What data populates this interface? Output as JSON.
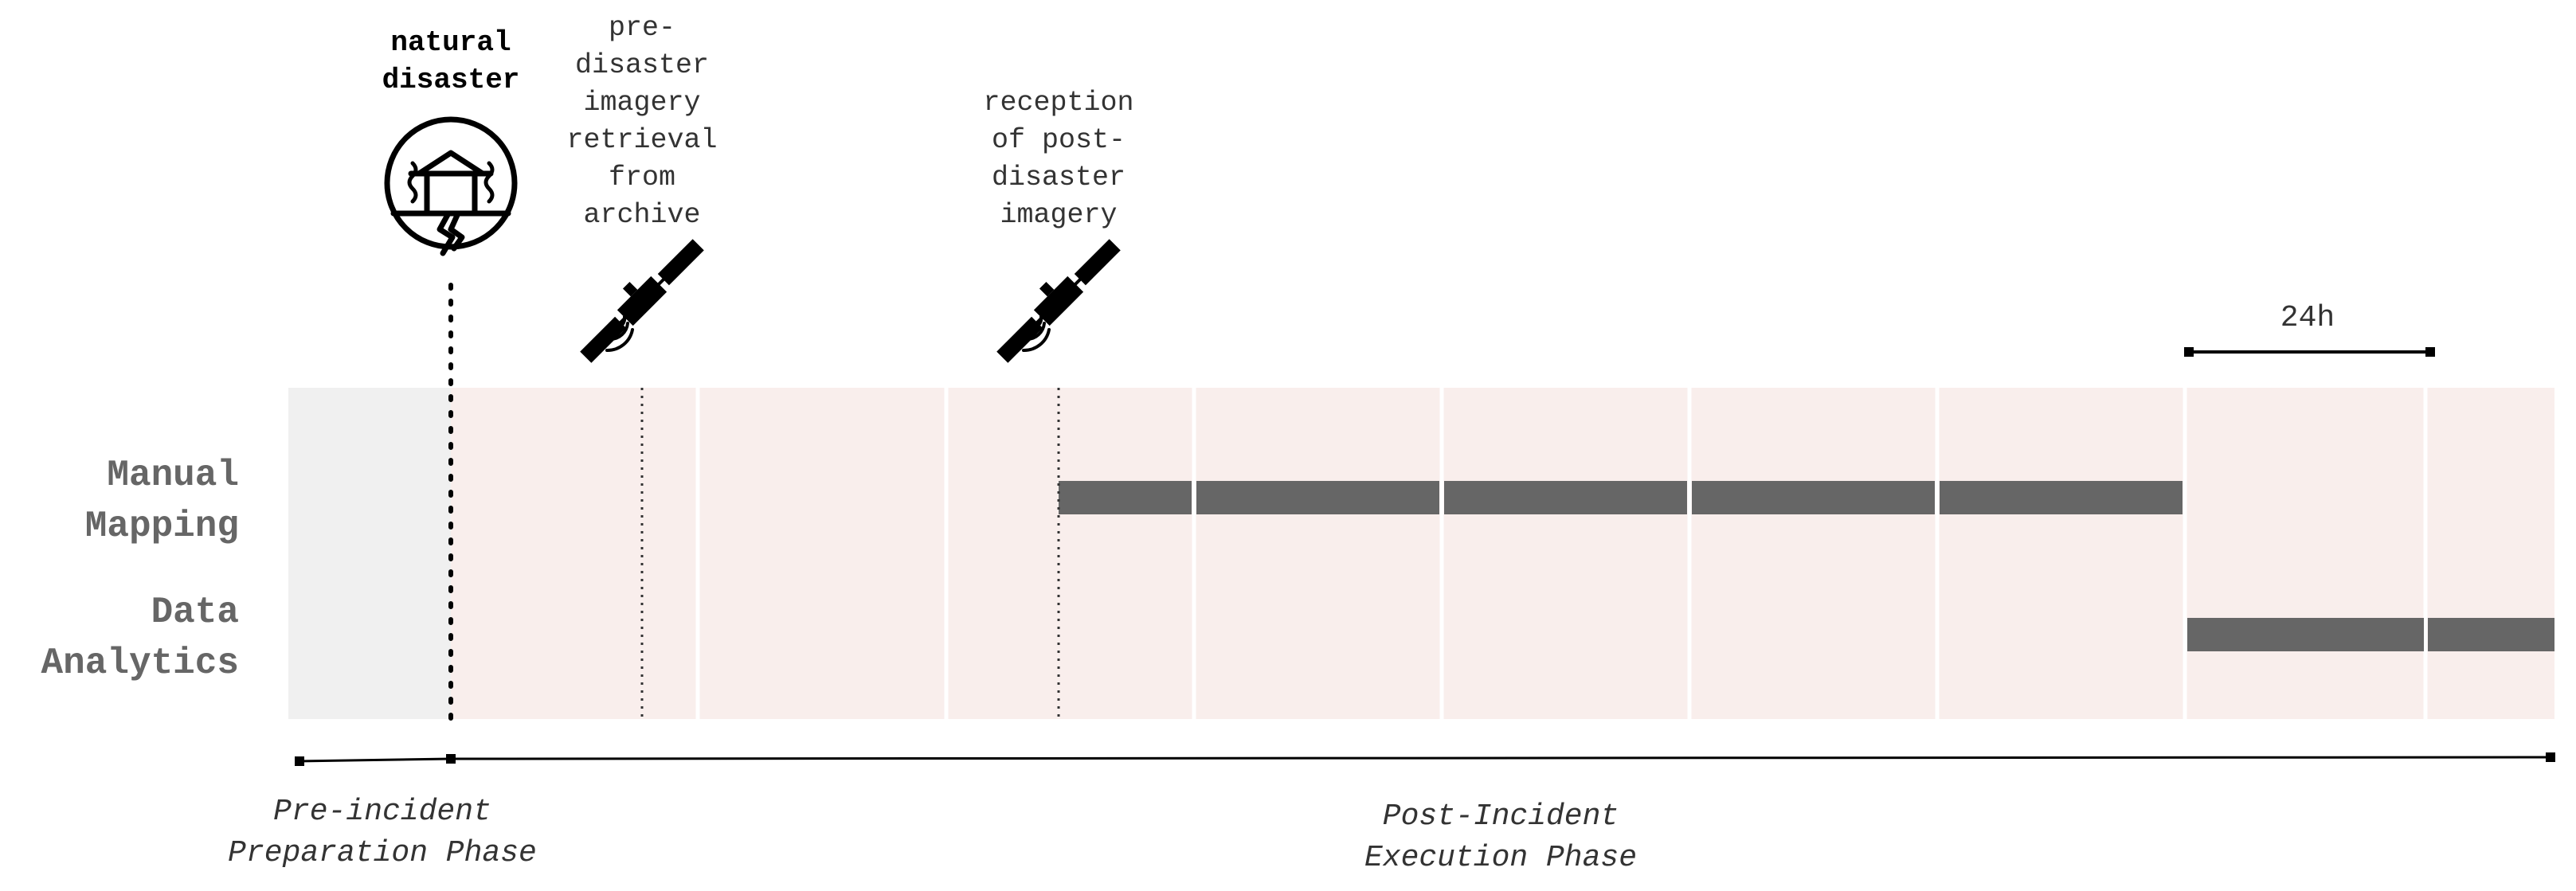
{
  "events": {
    "natural_disaster": "natural\ndisaster",
    "pre_imagery": "pre-\ndisaster\nimagery\nretrieval\nfrom\narchive",
    "post_imagery": "reception\nof post-\ndisaster\nimagery"
  },
  "duration_label": "24h",
  "rows": {
    "manual_mapping": "Manual\nMapping",
    "data_analytics": "Data\nAnalytics"
  },
  "phases": {
    "pre_incident": "Pre-incident\nPreparation Phase",
    "post_incident": "Post-Incident\nExecution Phase"
  },
  "icons": {
    "disaster": "earthquake-house-icon",
    "satellite": "satellite-icon"
  },
  "colors": {
    "preparation_bg": "#f0f0f0",
    "execution_bg": "#f9eeec",
    "bar": "#666666",
    "row_label": "#666666",
    "text": "#333333"
  }
}
